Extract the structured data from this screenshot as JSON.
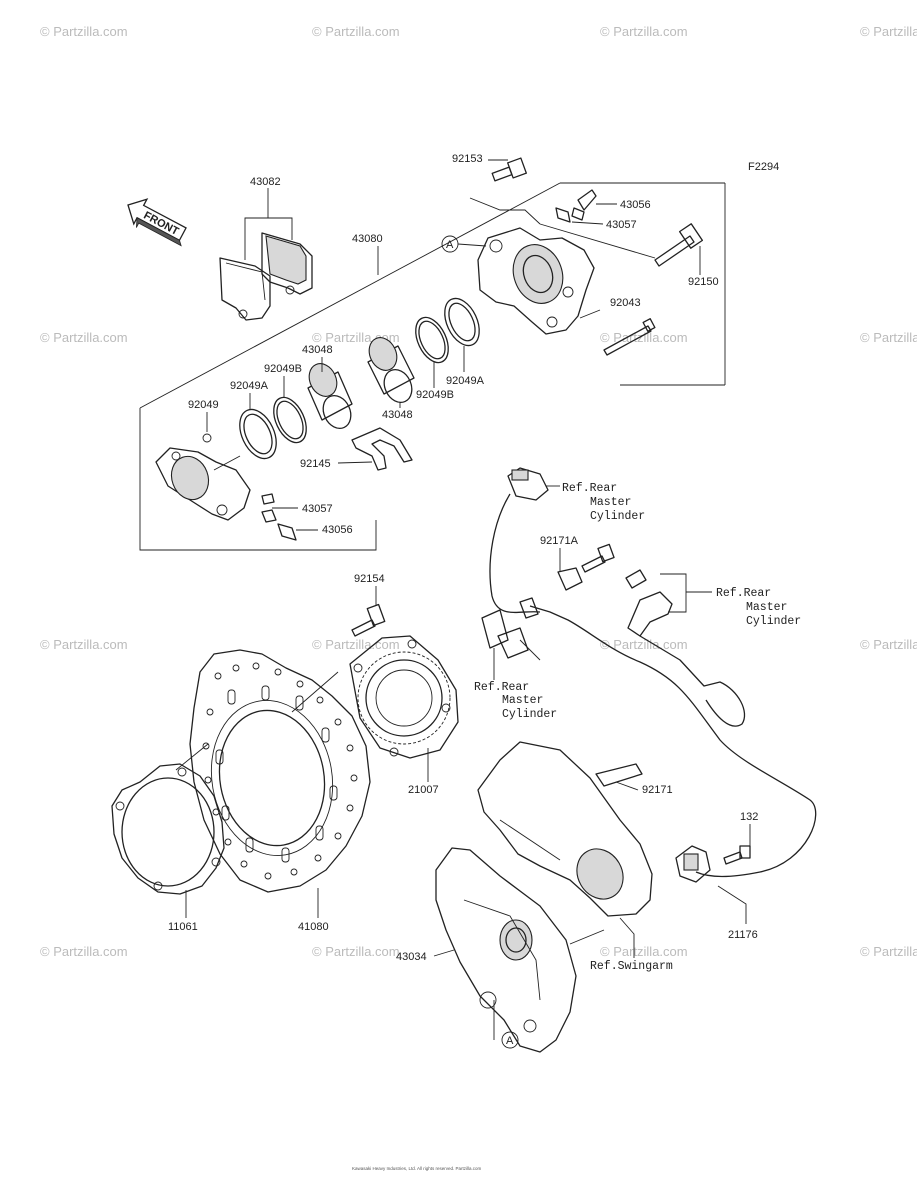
{
  "watermark": "© Partzilla.com",
  "figure_code": "F2294",
  "front_label": "FRONT",
  "ref_marker": "A",
  "copyright": "Kawasaki Heavy Industries, Ltd. All rights reserved. Partzilla.com",
  "parts": {
    "p43082": "43082",
    "p43080": "43080",
    "p92153": "92153",
    "p43056_top": "43056",
    "p43057_top": "43057",
    "p92150": "92150",
    "p92043": "92043",
    "p43048_a": "43048",
    "p92049B_a": "92049B",
    "p92049A_a": "92049A",
    "p92049": "92049",
    "p43048_b": "43048",
    "p92049B_b": "92049B",
    "p92049A_b": "92049A",
    "p92145": "92145",
    "p43057_bot": "43057",
    "p43056_bot": "43056",
    "p92154": "92154",
    "p21007": "21007",
    "p11061": "11061",
    "p41080": "41080",
    "p92171A": "92171A",
    "p92171": "92171",
    "p132": "132",
    "p21176": "21176",
    "p43034": "43034"
  },
  "refs": {
    "master1": [
      "Ref.Rear",
      "Master",
      "Cylinder"
    ],
    "master2": [
      "Ref.Rear",
      "Master",
      "Cylinder"
    ],
    "master3": [
      "Ref.Rear",
      "Master",
      "Cylinder"
    ],
    "swingarm": "Ref.Swingarm"
  }
}
